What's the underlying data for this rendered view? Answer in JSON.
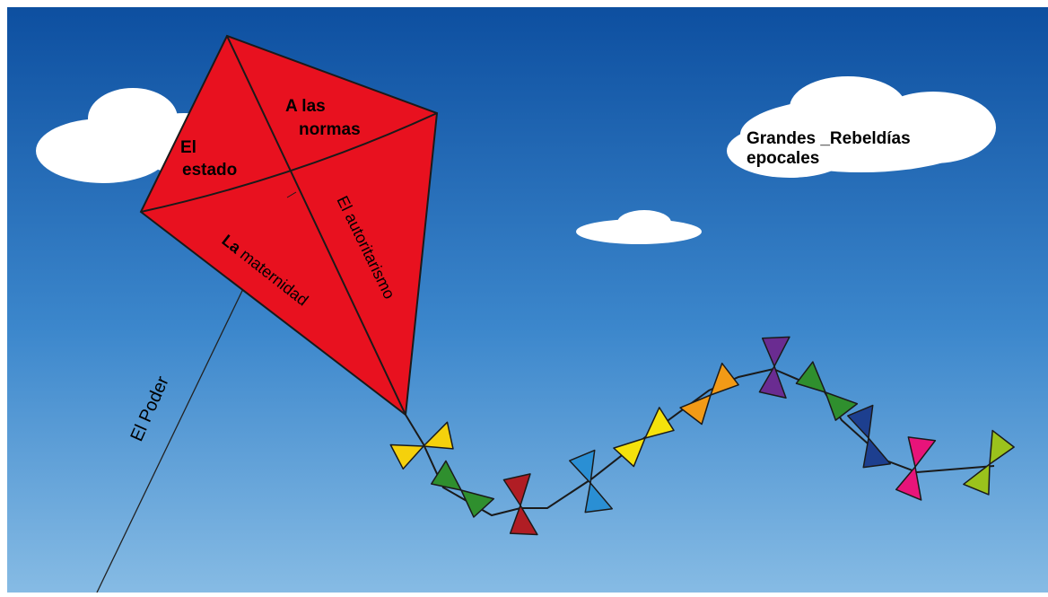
{
  "colors": {
    "sky_top": "#0d4fa0",
    "sky_bottom": "#7fb6e2",
    "kite": "#e8111f",
    "cloud": "#ffffff",
    "bow_colors": [
      "#f5d10c",
      "#2f8f2e",
      "#b01d24",
      "#2a8fd4",
      "#f5e20c",
      "#f29a16",
      "#6a2c91",
      "#2f8f2e",
      "#1d3f8f",
      "#e8147a",
      "#9bc21c"
    ]
  },
  "cloud_text": {
    "line1": "Grandes _Rebeldías",
    "line2": "epocales"
  },
  "kite_labels": {
    "estado_1": "El",
    "estado_2": "estado",
    "normas_1": "A las",
    "normas_2": "normas",
    "autoritarismo": "El autoritarismo",
    "maternidad_la": "La",
    "maternidad_rest": " maternidad"
  },
  "string_label": "El Poder"
}
